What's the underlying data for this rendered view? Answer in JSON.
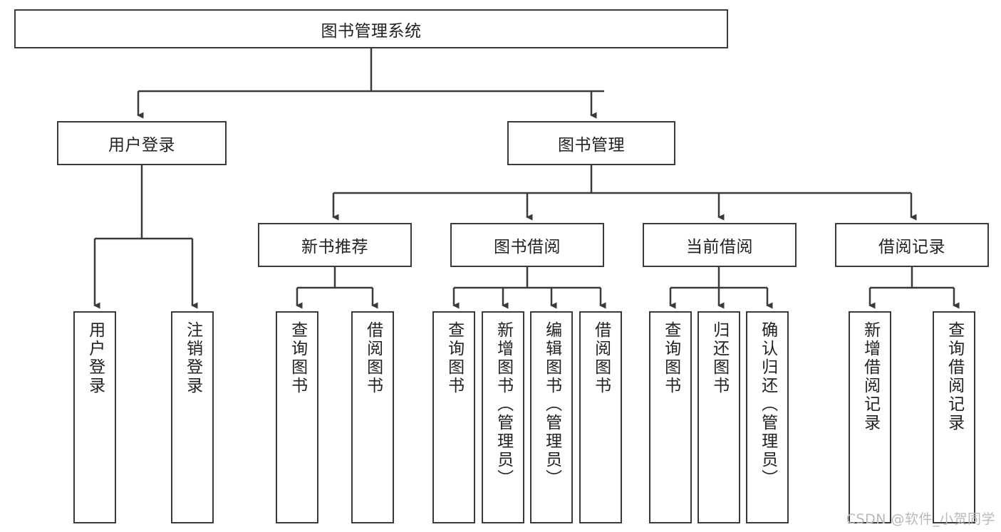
{
  "diagram": {
    "type": "tree",
    "title": "图书管理系统",
    "root": {
      "label": "图书管理系统"
    },
    "level2": [
      {
        "label": "用户登录"
      },
      {
        "label": "图书管理"
      }
    ],
    "level3": [
      {
        "label": "新书推荐"
      },
      {
        "label": "图书借阅"
      },
      {
        "label": "当前借阅"
      },
      {
        "label": "借阅记录"
      }
    ],
    "leaves": {
      "user_login": [
        {
          "label": "用户登录"
        },
        {
          "label": "注销登录"
        }
      ],
      "new_book_recommend": [
        {
          "label": "查询图书"
        },
        {
          "label": "借阅图书"
        }
      ],
      "book_borrow": [
        {
          "label": "查询图书"
        },
        {
          "label": "新增图书（管理员）"
        },
        {
          "label": "编辑图书（管理员）"
        },
        {
          "label": "借阅图书"
        }
      ],
      "current_borrow": [
        {
          "label": "查询图书"
        },
        {
          "label": "归还图书"
        },
        {
          "label": "确认归还（管理员）"
        }
      ],
      "borrow_record": [
        {
          "label": "新增借阅记录"
        },
        {
          "label": "查询借阅记录"
        }
      ]
    }
  },
  "watermark": {
    "text": "CSDN @软件_小贺同学"
  },
  "colors": {
    "border": "#3a3a3a",
    "text": "#222222",
    "background": "#ffffff",
    "watermark": "#b9b9b9"
  }
}
